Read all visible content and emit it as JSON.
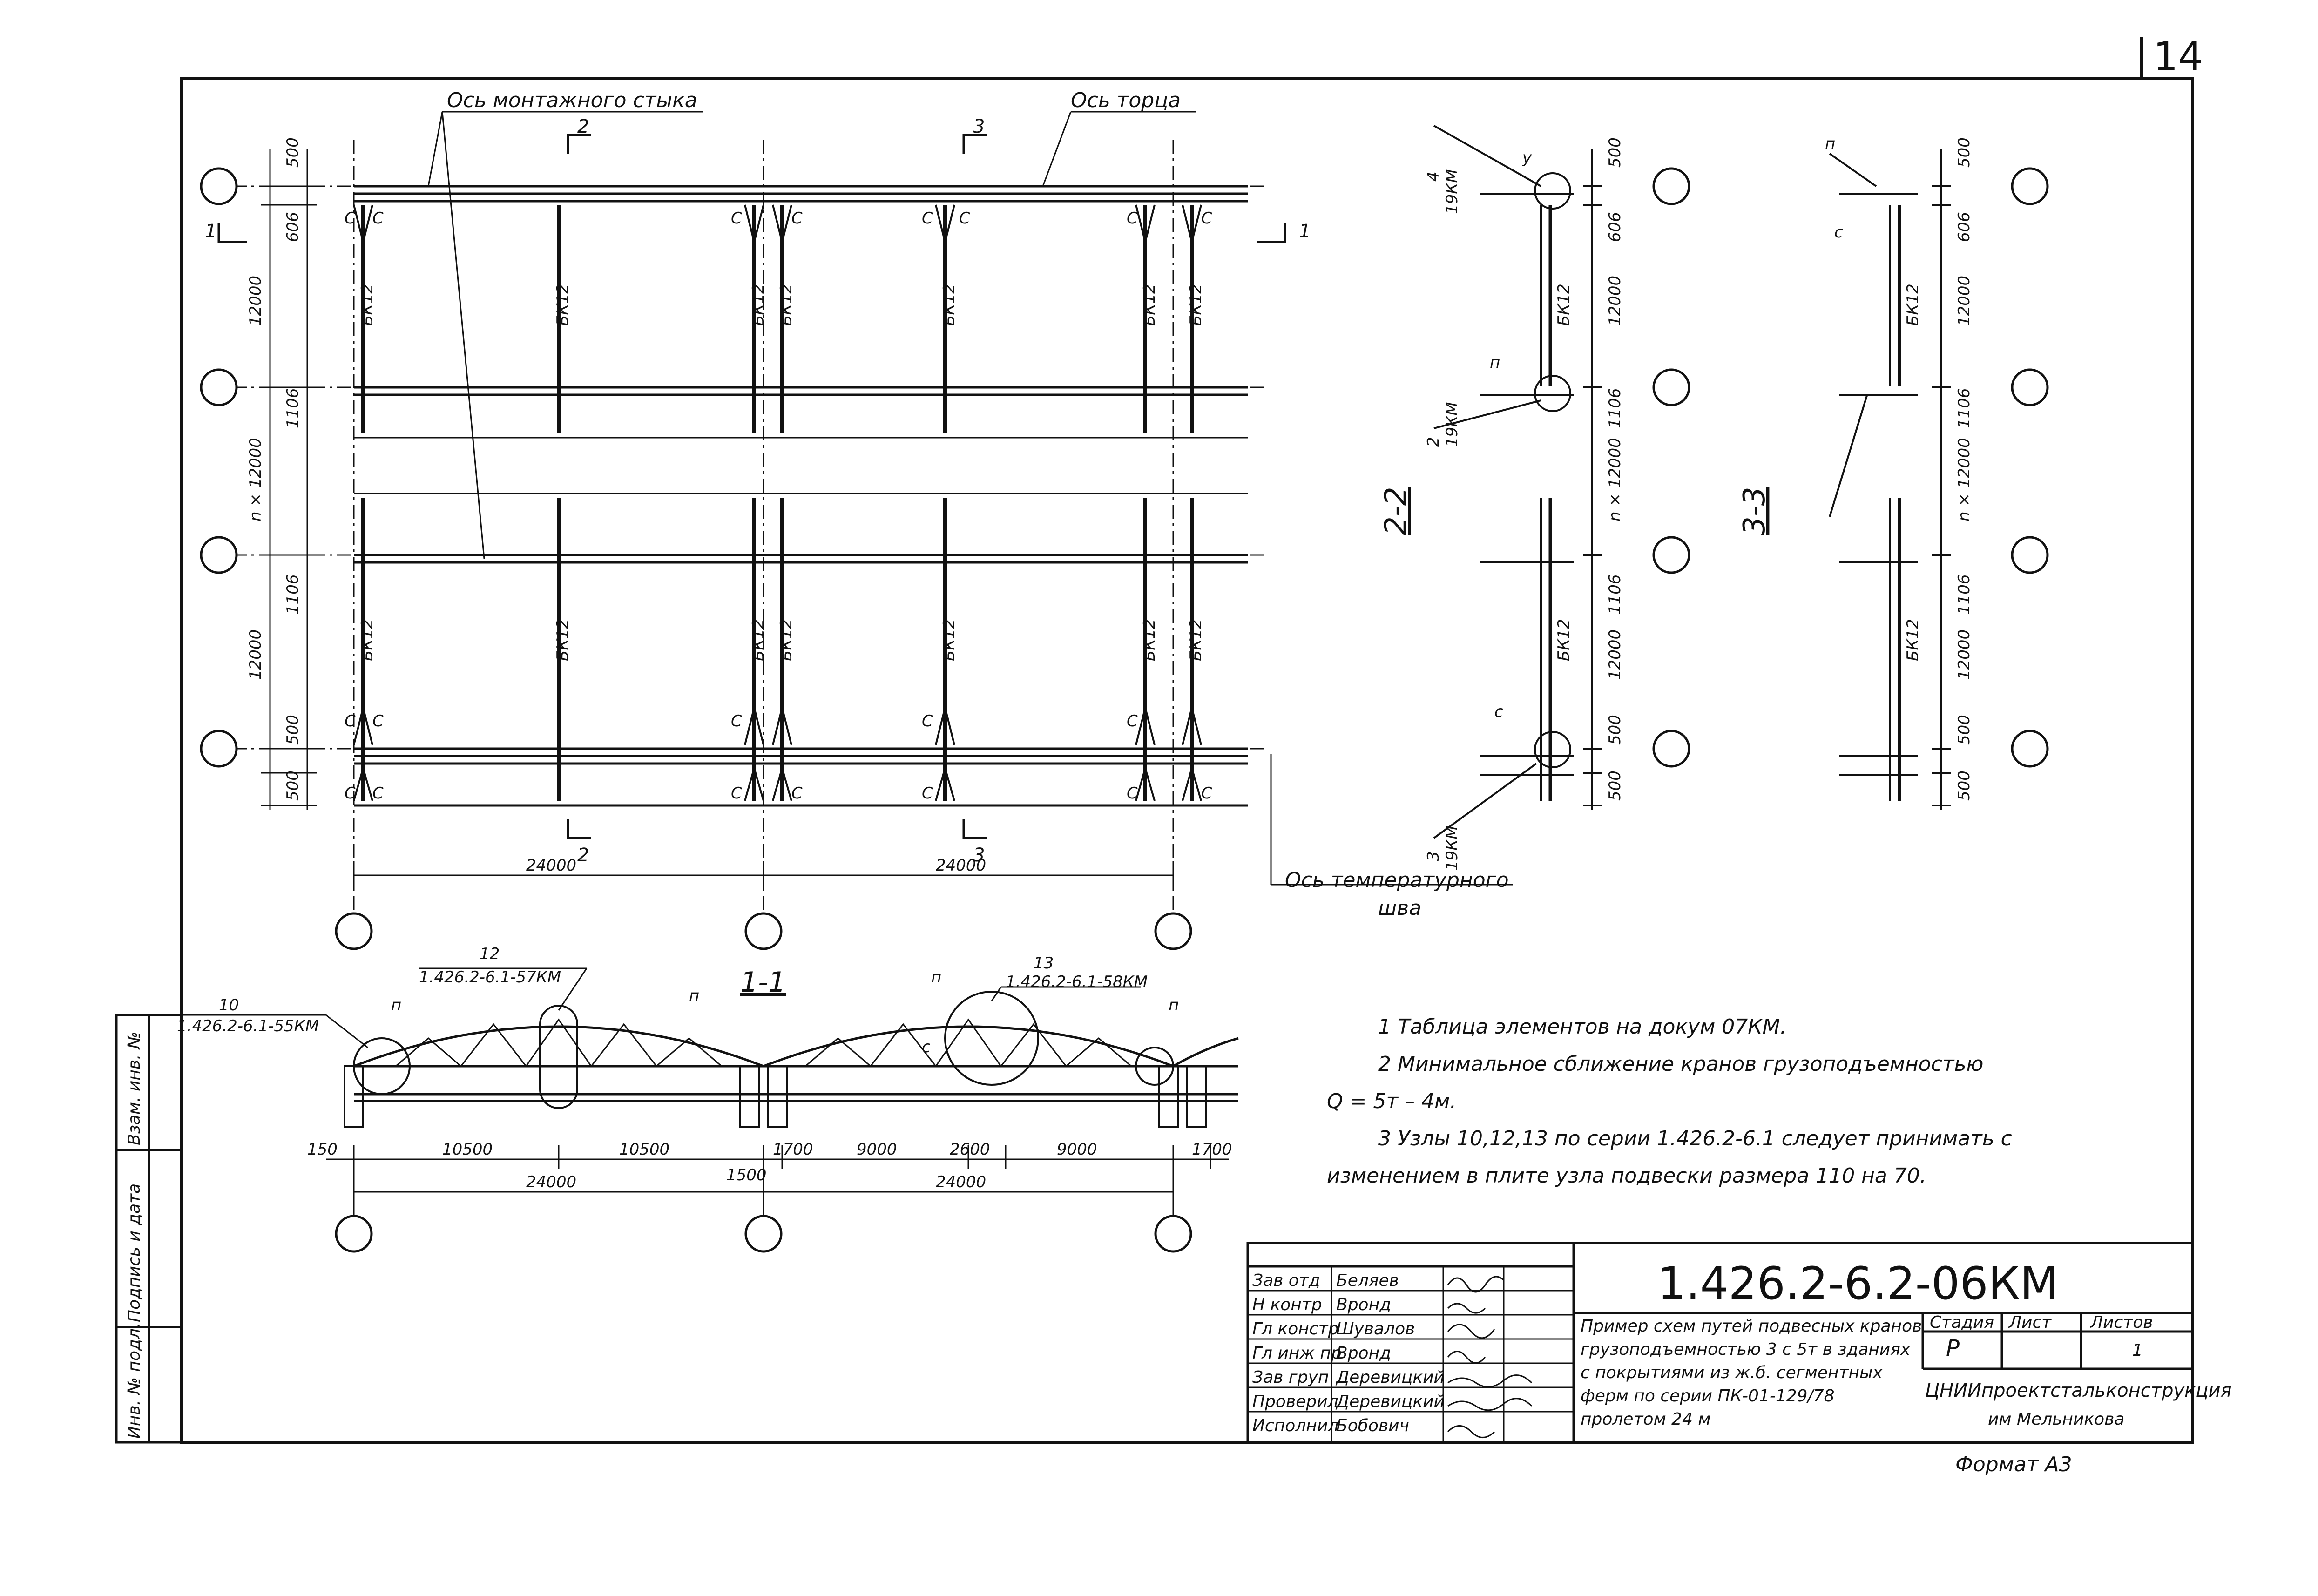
{
  "sheet": {
    "page_number": "14",
    "format_label": "Формат А3",
    "side_labels": [
      "Взам. инв. №",
      "Подпись и дата",
      "Инв. № подл."
    ]
  },
  "plan": {
    "labels": {
      "mount_joint_axis": "Ось монтажного стыка",
      "end_axis": "Ось торца",
      "temp_joint_axis_line1": "Ось температурного",
      "temp_joint_axis_line2": "шва",
      "section_1": "1",
      "section_2": "2",
      "section_3": "3",
      "node_c": "С",
      "beam_label": "БК12"
    },
    "row_dims": [
      "500",
      "606",
      "12000",
      "1106",
      "n × 12000",
      "1106",
      "12000",
      "500",
      "500"
    ],
    "col_dims": [
      "24000",
      "24000"
    ]
  },
  "section_2_2": {
    "title": "2-2",
    "callouts": [
      {
        "num": "4",
        "ref": "19КМ"
      },
      {
        "num": "2",
        "ref": "19КМ"
      },
      {
        "num": "3",
        "ref": "19КМ"
      }
    ],
    "node_letters": [
      "у",
      "п",
      "с"
    ],
    "dims": [
      "500",
      "606",
      "12000",
      "1106",
      "n × 12000",
      "1106",
      "12000",
      "500",
      "500"
    ],
    "beam_label": "БК12"
  },
  "section_3_3": {
    "title": "3-3",
    "node_letters": [
      "п",
      "с"
    ],
    "dims": [
      "500",
      "606",
      "12000",
      "1106",
      "n × 12000",
      "1106",
      "12000",
      "500",
      "500"
    ],
    "beam_label": "БК12"
  },
  "section_1_1": {
    "title": "1-1",
    "callouts": [
      {
        "num": "10",
        "ref": "1.426.2-6.1-55КМ"
      },
      {
        "num": "12",
        "ref": "1.426.2-6.1-57КМ"
      },
      {
        "num": "13",
        "ref": "1.426.2-6.1-58КМ"
      }
    ],
    "node_letters": [
      "п",
      "с"
    ],
    "dims": [
      "150",
      "10500",
      "10500",
      "1700",
      "1500",
      "9000",
      "2600",
      "9000",
      "1700"
    ],
    "totals": [
      "24000",
      "24000"
    ]
  },
  "notes": [
    "1 Таблица элементов на докум 07КМ.",
    "2 Минимальное сближение кранов грузоподъемностью",
    "Q = 5т – 4м.",
    "3 Узлы 10,12,13 по серии 1.426.2-6.1 следует принимать с",
    "изменением в плите узла подвески размера 110 на 70."
  ],
  "title_block": {
    "doc_code": "1.426.2-6.2-06КМ",
    "staff": [
      {
        "role": "Зав отд",
        "name": "Беляев"
      },
      {
        "role": "Н контр",
        "name": "Вронд"
      },
      {
        "role": "Гл констр",
        "name": "Шувалов"
      },
      {
        "role": "Гл инж пр",
        "name": "Вронд"
      },
      {
        "role": "Зав груп",
        "name": "Деревицкий"
      },
      {
        "role": "Проверил",
        "name": "Деревицкий"
      },
      {
        "role": "Исполнил",
        "name": "Бобович"
      }
    ],
    "description": [
      "Пример схем путей подвесных кранов",
      "грузоподъемностью 3 с 5т в зданиях",
      "с покрытиями из ж.б. сегментных",
      "ферм по серии ПК-01-129/78",
      "пролетом 24 м"
    ],
    "stage_header": "Стадия",
    "sheet_header": "Лист",
    "sheets_header": "Листов",
    "stage_value": "Р",
    "sheet_value": "",
    "sheets_value": "1",
    "org_line1": "ЦНИИпроектстальконструкция",
    "org_line2": "им Мельникова"
  }
}
